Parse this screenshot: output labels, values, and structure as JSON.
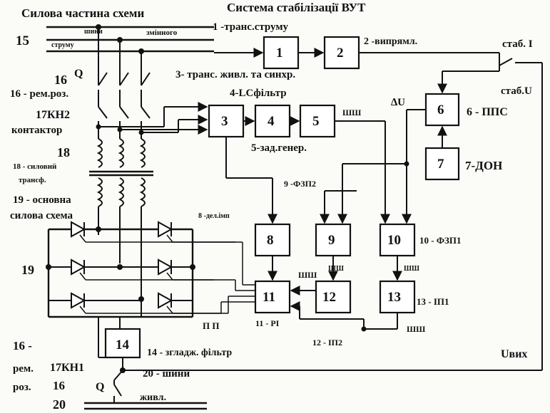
{
  "headings": {
    "power_part": "Силова частина схеми",
    "control_system": "Система стабілізації ВУТ"
  },
  "blocks": [
    {
      "id": "1",
      "label": "1",
      "caption": "1 -транс.струму"
    },
    {
      "id": "2",
      "label": "2",
      "caption": "2 -випрямл."
    },
    {
      "id": "3",
      "label": "3",
      "caption": "3- транс. живл. та синхр."
    },
    {
      "id": "4",
      "label": "4",
      "caption": "4-LCфільтр"
    },
    {
      "id": "5",
      "label": "5",
      "caption": "5-зад.генер."
    },
    {
      "id": "6",
      "label": "6",
      "caption": "6 - ППС"
    },
    {
      "id": "7",
      "label": "7",
      "caption": "7-ДОН"
    },
    {
      "id": "8",
      "label": "8",
      "caption": "8 -дел.імп"
    },
    {
      "id": "9",
      "label": "9",
      "caption": "9 -ФЗП2"
    },
    {
      "id": "10",
      "label": "10",
      "caption": "10 - ФЗП1"
    },
    {
      "id": "11",
      "label": "11",
      "caption": "11 - PI"
    },
    {
      "id": "12",
      "label": "12",
      "caption": "12 - IП2"
    },
    {
      "id": "13",
      "label": "13",
      "caption": "13 - IП1"
    },
    {
      "id": "14",
      "label": "14",
      "caption": "14 - згладж. фільтр"
    }
  ],
  "labels": {
    "n15": "15",
    "bus_top_a": "шини",
    "bus_top_b": "змінного",
    "bus_top_c": "струму",
    "n16": "16",
    "q_top": "Q",
    "rem_roz": "16 - рем.роз.",
    "kn2": "17КН2",
    "contactor": "контактор",
    "n18": "18",
    "transformer_a": "18 - силовий",
    "transformer_b": "трансф.",
    "main_a": "19 - основна",
    "main_b": "силова схема",
    "n19": "19",
    "stab_i": "стаб. I",
    "stab_u": "стаб.U",
    "delta_u": "∆U",
    "pulse_5": "ШШ",
    "pulse_12": "ШШ",
    "pulse_13": "ШШ",
    "pulse_1011": "ШШ",
    "pulse_13b": "ШШ",
    "pulse_11": "П  П",
    "uvyh": "Uвих",
    "bot_16": "16 -",
    "bot_rem": "рем.",
    "bot_roz": "роз.",
    "bot_kn1": "17КН1",
    "bot_n16": "16",
    "bot_q": "Q",
    "bot_20": "20",
    "bus_bottom_a": "20 - шини",
    "bus_bottom_b": "живл."
  }
}
